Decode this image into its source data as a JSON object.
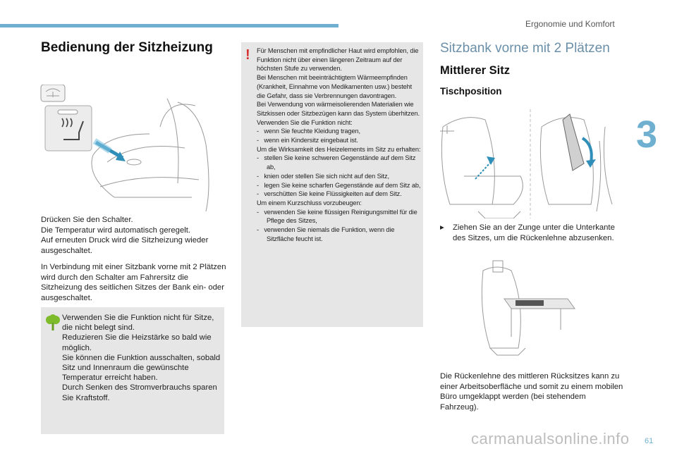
{
  "header": {
    "title": "Ergonomie und Komfort",
    "chapter": "3",
    "page": "61"
  },
  "watermark": "carmanualsonline.info",
  "left": {
    "title": "Bedienung der Sitzheizung",
    "p1": [
      "Drücken Sie den Schalter.",
      "Die Temperatur wird automatisch geregelt.",
      "Auf erneuten Druck wird die Sitzheizung wieder ausgeschaltet."
    ],
    "p2": "In Verbindung mit einer Sitzbank vorne mit 2 Plätzen wird durch den Schalter am Fahrersitz die Sitzheizung des seitlichen Sitzes der Bank ein- oder ausgeschaltet.",
    "note": [
      "Verwenden Sie die Funktion nicht für Sitze, die nicht belegt sind.",
      "Reduzieren Sie die Heizstärke so bald wie möglich.",
      "Sie können die Funktion ausschalten, sobald Sitz und Innenraum die gewünschte Temperatur erreicht haben.",
      "Durch Senken des Stromverbrauchs sparen Sie Kraftstoff."
    ]
  },
  "warning": {
    "icon": "!",
    "lines": [
      {
        "t": "Für Menschen mit empfindlicher Haut wird empfohlen, die Funktion nicht über einen längeren Zeitraum auf der höchsten Stufe zu verwenden."
      },
      {
        "t": "Bei Menschen mit beeinträchtigtem Wärmeempfinden (Krankheit, Einnahme von Medikamenten usw.) besteht die Gefahr, dass sie Verbrennungen davontragen."
      },
      {
        "t": "Bei Verwendung von wärmeisolierenden Materialien wie Sitzkissen oder Sitzbezügen kann das System überhitzen."
      },
      {
        "t": "Verwenden Sie die Funktion nicht:"
      },
      {
        "b": "-   wenn Sie feuchte Kleidung tragen,"
      },
      {
        "b": "-   wenn ein Kindersitz eingebaut ist."
      },
      {
        "t": "Um die Wirksamkeit des Heizelements im Sitz zu erhalten:"
      },
      {
        "b": "-   stellen Sie keine schweren Gegenstände auf dem Sitz ab,"
      },
      {
        "b": "-   knien oder stellen Sie sich nicht auf den Sitz,"
      },
      {
        "b": "-   legen Sie keine scharfen Gegenstände auf dem Sitz ab,"
      },
      {
        "b": "-   verschütten Sie keine Flüssigkeiten auf dem Sitz."
      },
      {
        "t": "Um einem Kurzschluss vorzubeugen:"
      },
      {
        "b": "-   verwenden Sie keine flüssigen Reinigungsmittel für die Pflege des Sitzes,"
      },
      {
        "b": "-   verwenden Sie niemals die Funktion, wenn die Sitzfläche feucht ist."
      }
    ]
  },
  "right": {
    "title": "Sitzbank vorne mit 2 Plätzen",
    "subtitle": "Mittlerer Sitz",
    "section": "Tischposition",
    "step_symbol": "",
    "step": "Ziehen Sie an der Zunge unter die Unterkante des Sitzes, um die Rückenlehne abzusenken.",
    "p3": "Die Rückenlehne des mittleren Rücksitzes kann zu einer Arbeitsoberfläche und somit zu einem mobilen Büro umgeklappt werden (bei stehendem Fahrzeug)."
  },
  "colors": {
    "accent": "#6fb0d0",
    "warning": "#d93030",
    "note_icon": "#7dbb2a",
    "box": "#e6e6e6"
  }
}
